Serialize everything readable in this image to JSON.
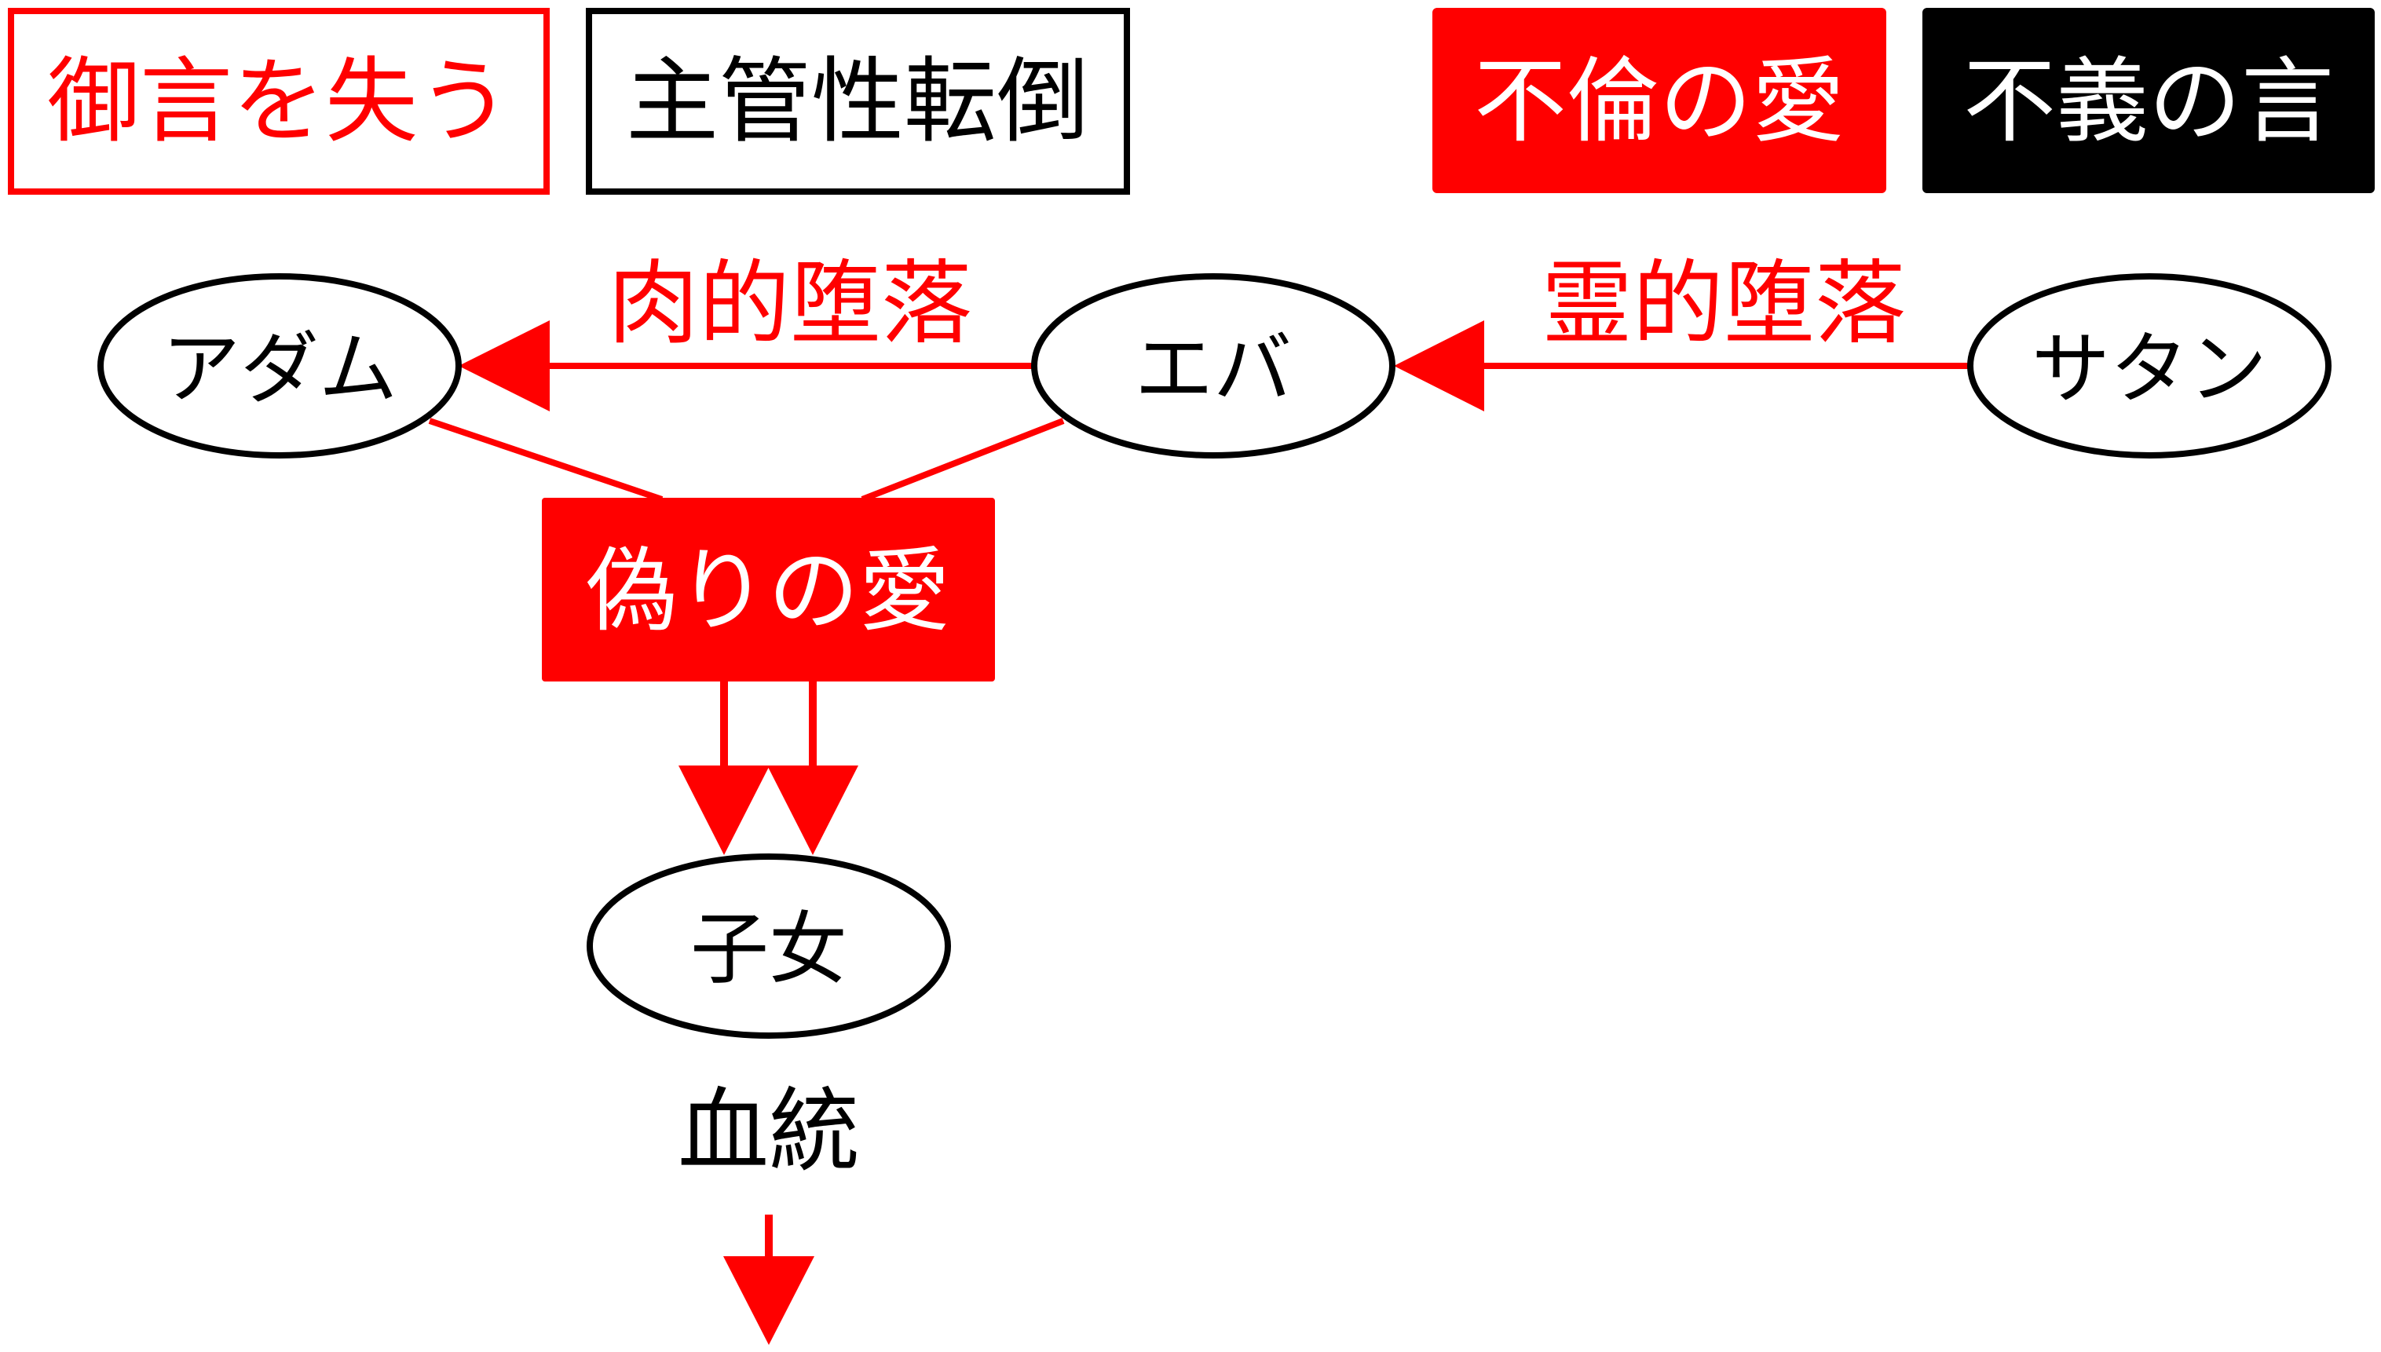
{
  "colors": {
    "red": "#ff0000",
    "black": "#000000",
    "white": "#ffffff"
  },
  "legend": {
    "lose_word": "御言を失う",
    "dominion_reversal": "主管性転倒",
    "illicit_love": "不倫の愛",
    "unrighteous_word": "不義の言"
  },
  "nodes": {
    "adam": "アダム",
    "eve": "エバ",
    "satan": "サタン",
    "children": "子女"
  },
  "edges": {
    "physical_fall": "肉的堕落",
    "spiritual_fall": "霊的堕落"
  },
  "false_love": "偽りの愛",
  "lineage": "血統"
}
